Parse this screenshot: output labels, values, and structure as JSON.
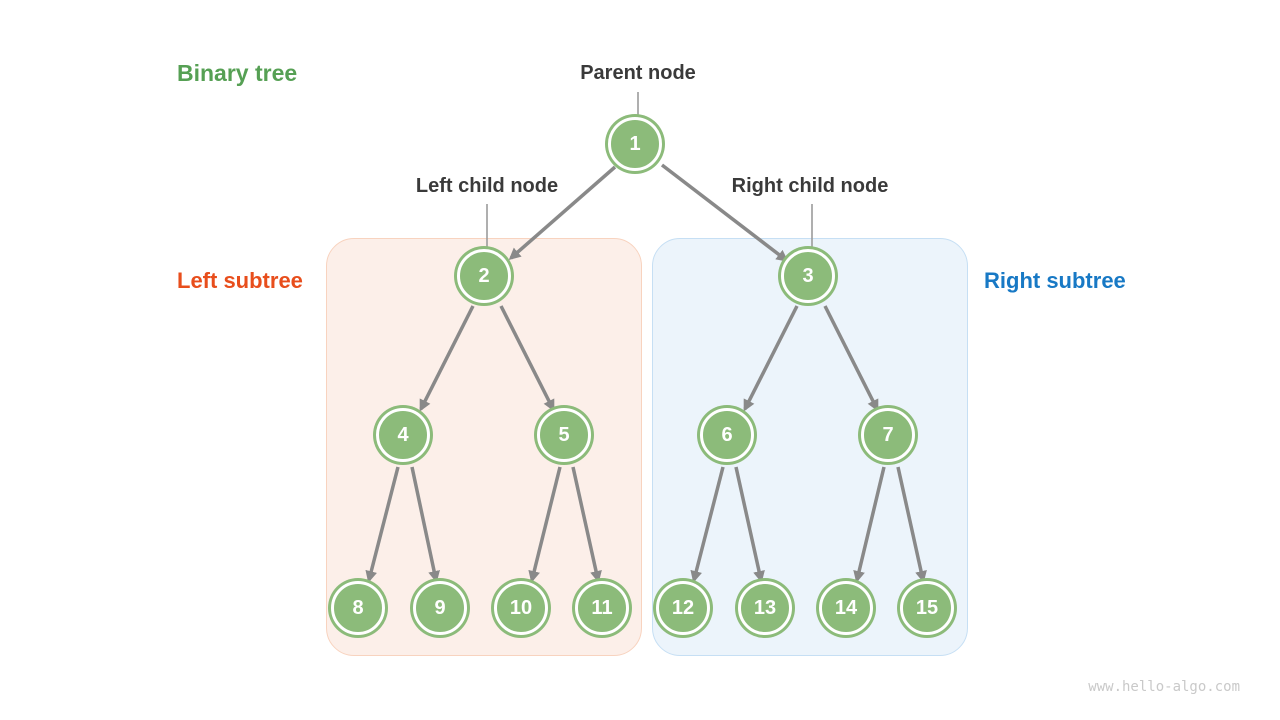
{
  "figure": {
    "title": "Binary tree",
    "watermark": "www.hello-algo.com"
  },
  "annotations": {
    "parent_node": "Parent node",
    "left_child_node": "Left child node",
    "right_child_node": "Right child node",
    "left_subtree": "Left subtree",
    "right_subtree": "Right subtree"
  },
  "tree": {
    "node_values": [
      "1",
      "2",
      "3",
      "4",
      "5",
      "6",
      "7",
      "8",
      "9",
      "10",
      "11",
      "12",
      "13",
      "14",
      "15"
    ],
    "edges": [
      [
        "1",
        "2"
      ],
      [
        "1",
        "3"
      ],
      [
        "2",
        "4"
      ],
      [
        "2",
        "5"
      ],
      [
        "3",
        "6"
      ],
      [
        "3",
        "7"
      ],
      [
        "4",
        "8"
      ],
      [
        "4",
        "9"
      ],
      [
        "5",
        "10"
      ],
      [
        "5",
        "11"
      ],
      [
        "6",
        "12"
      ],
      [
        "6",
        "13"
      ],
      [
        "7",
        "14"
      ],
      [
        "7",
        "15"
      ]
    ]
  },
  "colors": {
    "title-green": "#56A054",
    "left-subtree-orange": "#E84E1C",
    "right-subtree-blue": "#1879C5",
    "node-green": "#8CBB7A",
    "panel-left-fill": "#FCEFE9",
    "panel-left-border": "#F8D3BF",
    "panel-right-fill": "#ECF4FB",
    "panel-right-border": "#C6DFF4",
    "edge-gray": "#898989",
    "label-dark": "#3A3A3A",
    "watermark-gray": "#C9C9C9"
  }
}
